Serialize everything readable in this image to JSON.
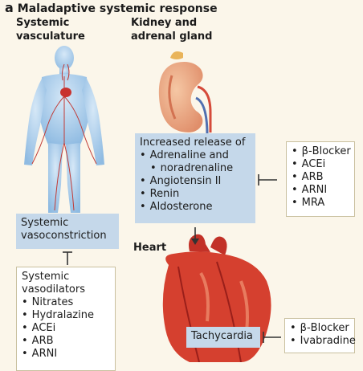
{
  "panel": {
    "letter": "a",
    "title": "Maladaptive systemic response"
  },
  "columns": {
    "systemic": [
      "Systemic",
      "vasculature"
    ],
    "kidney": [
      "Kidney and",
      "adrenal gland"
    ],
    "heart": "Heart"
  },
  "kidney_box": {
    "heading": "Increased release of",
    "items": [
      "Adrenaline and",
      "noradrenaline",
      "Angiotensin II",
      "Renin",
      "Aldosterone"
    ]
  },
  "kidney_drugs": [
    "β-Blocker",
    "ACEi",
    "ARB",
    "ARNI",
    "MRA"
  ],
  "vaso_box": [
    "Systemic",
    "vasoconstriction"
  ],
  "vasodilators": {
    "heading": [
      "Systemic",
      "vasodilators"
    ],
    "items": [
      "Nitrates",
      "Hydralazine",
      "ACEi",
      "ARB",
      "ARNI"
    ]
  },
  "tachy_box": "Tachycardia",
  "tachy_drugs": [
    "β-Blocker",
    "Ivabradine"
  ],
  "colors": {
    "box_blue": "#c5d8ea",
    "background": "#fbf6ea",
    "heart_red": "#d5402f",
    "body_blue": "#8fbbe2"
  }
}
